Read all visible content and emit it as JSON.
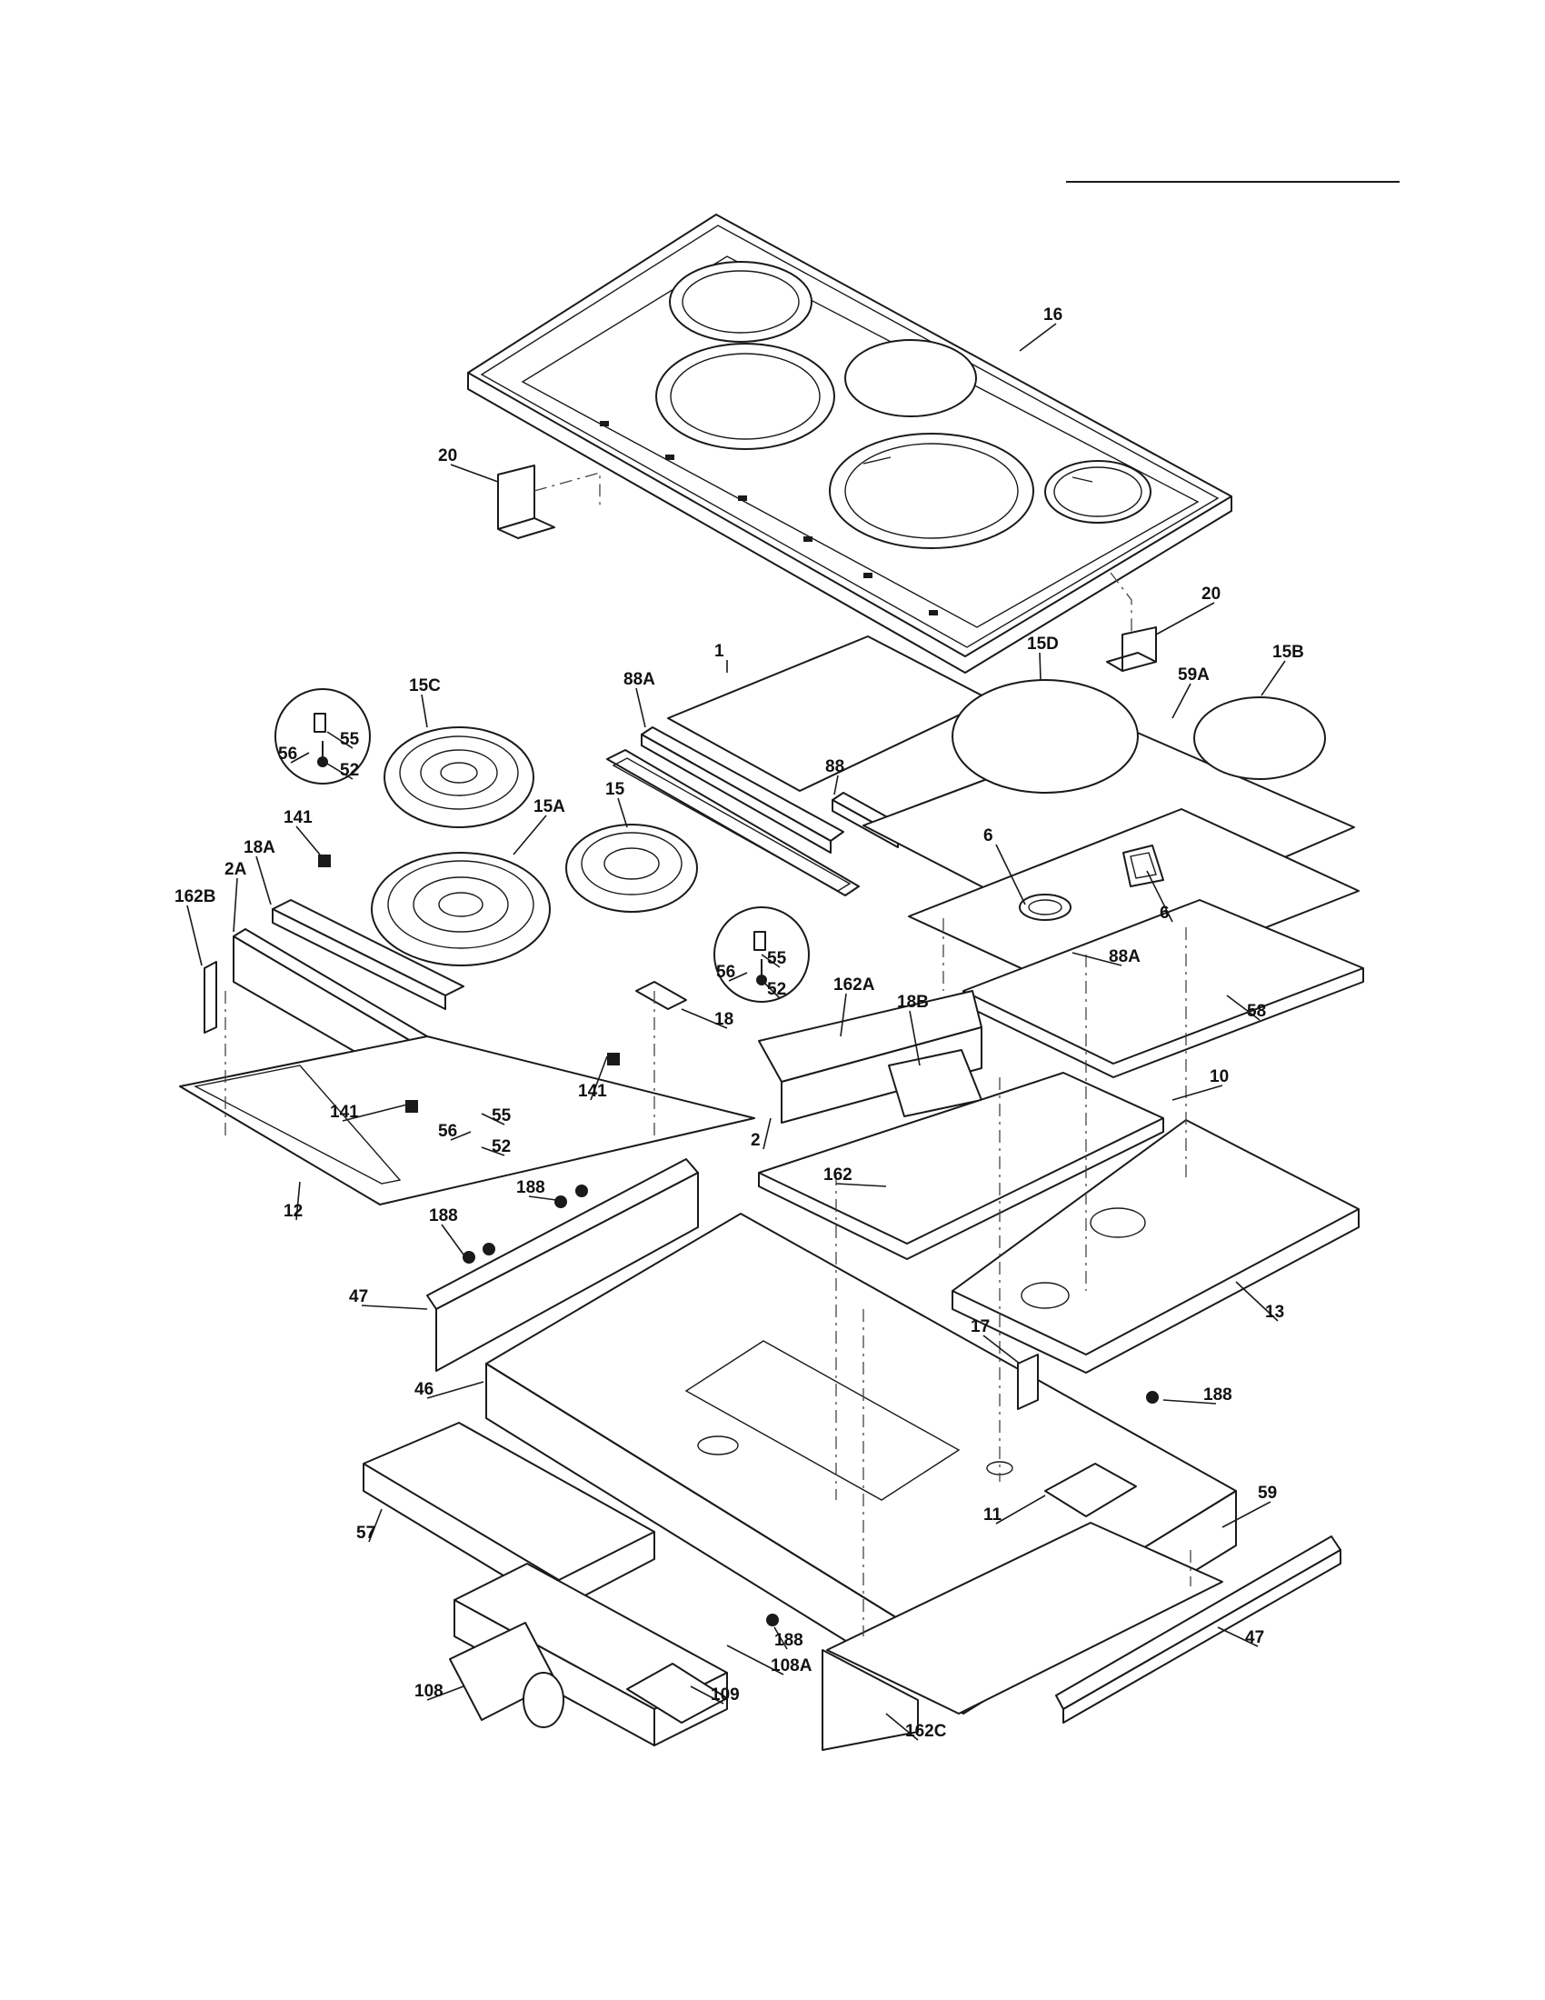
{
  "callouts": [
    {
      "id": "title-rule",
      "text": ""
    },
    {
      "id": "c16",
      "text": "16"
    },
    {
      "id": "c20a",
      "text": "20"
    },
    {
      "id": "c20b",
      "text": "20"
    },
    {
      "id": "c1",
      "text": "1"
    },
    {
      "id": "c15D",
      "text": "15D"
    },
    {
      "id": "c15B",
      "text": "15B"
    },
    {
      "id": "c59A",
      "text": "59A"
    },
    {
      "id": "c88A_top",
      "text": "88A"
    },
    {
      "id": "c88",
      "text": "88"
    },
    {
      "id": "c15C",
      "text": "15C"
    },
    {
      "id": "c55_a",
      "text": "55"
    },
    {
      "id": "c56_a",
      "text": "56"
    },
    {
      "id": "c52_a",
      "text": "52"
    },
    {
      "id": "c6_a",
      "text": "6"
    },
    {
      "id": "c6_b",
      "text": "6"
    },
    {
      "id": "c141_a",
      "text": "141"
    },
    {
      "id": "c15A",
      "text": "15A"
    },
    {
      "id": "c15",
      "text": "15"
    },
    {
      "id": "c18A",
      "text": "18A"
    },
    {
      "id": "c2A",
      "text": "2A"
    },
    {
      "id": "c162B",
      "text": "162B"
    },
    {
      "id": "c55_b",
      "text": "55"
    },
    {
      "id": "c56_b",
      "text": "56"
    },
    {
      "id": "c52_b",
      "text": "52"
    },
    {
      "id": "c88A_bot",
      "text": "88A"
    },
    {
      "id": "c58",
      "text": "58"
    },
    {
      "id": "c162A",
      "text": "162A"
    },
    {
      "id": "c18B",
      "text": "18B"
    },
    {
      "id": "c18",
      "text": "18"
    },
    {
      "id": "c141_b",
      "text": "141"
    },
    {
      "id": "c141_c",
      "text": "141"
    },
    {
      "id": "c55_c",
      "text": "55"
    },
    {
      "id": "c56_c",
      "text": "56"
    },
    {
      "id": "c52_c",
      "text": "52"
    },
    {
      "id": "c10",
      "text": "10"
    },
    {
      "id": "c2",
      "text": "2"
    },
    {
      "id": "c12",
      "text": "12"
    },
    {
      "id": "c188_a",
      "text": "188"
    },
    {
      "id": "c188_b",
      "text": "188"
    },
    {
      "id": "c162",
      "text": "162"
    },
    {
      "id": "c47_a",
      "text": "47"
    },
    {
      "id": "c13",
      "text": "13"
    },
    {
      "id": "c17",
      "text": "17"
    },
    {
      "id": "c46",
      "text": "46"
    },
    {
      "id": "c188_c",
      "text": "188"
    },
    {
      "id": "c59",
      "text": "59"
    },
    {
      "id": "c11",
      "text": "11"
    },
    {
      "id": "c57",
      "text": "57"
    },
    {
      "id": "c188_d",
      "text": "188"
    },
    {
      "id": "c47_b",
      "text": "47"
    },
    {
      "id": "c108A",
      "text": "108A"
    },
    {
      "id": "c108",
      "text": "108"
    },
    {
      "id": "c109",
      "text": "109"
    },
    {
      "id": "c162C",
      "text": "162C"
    }
  ]
}
